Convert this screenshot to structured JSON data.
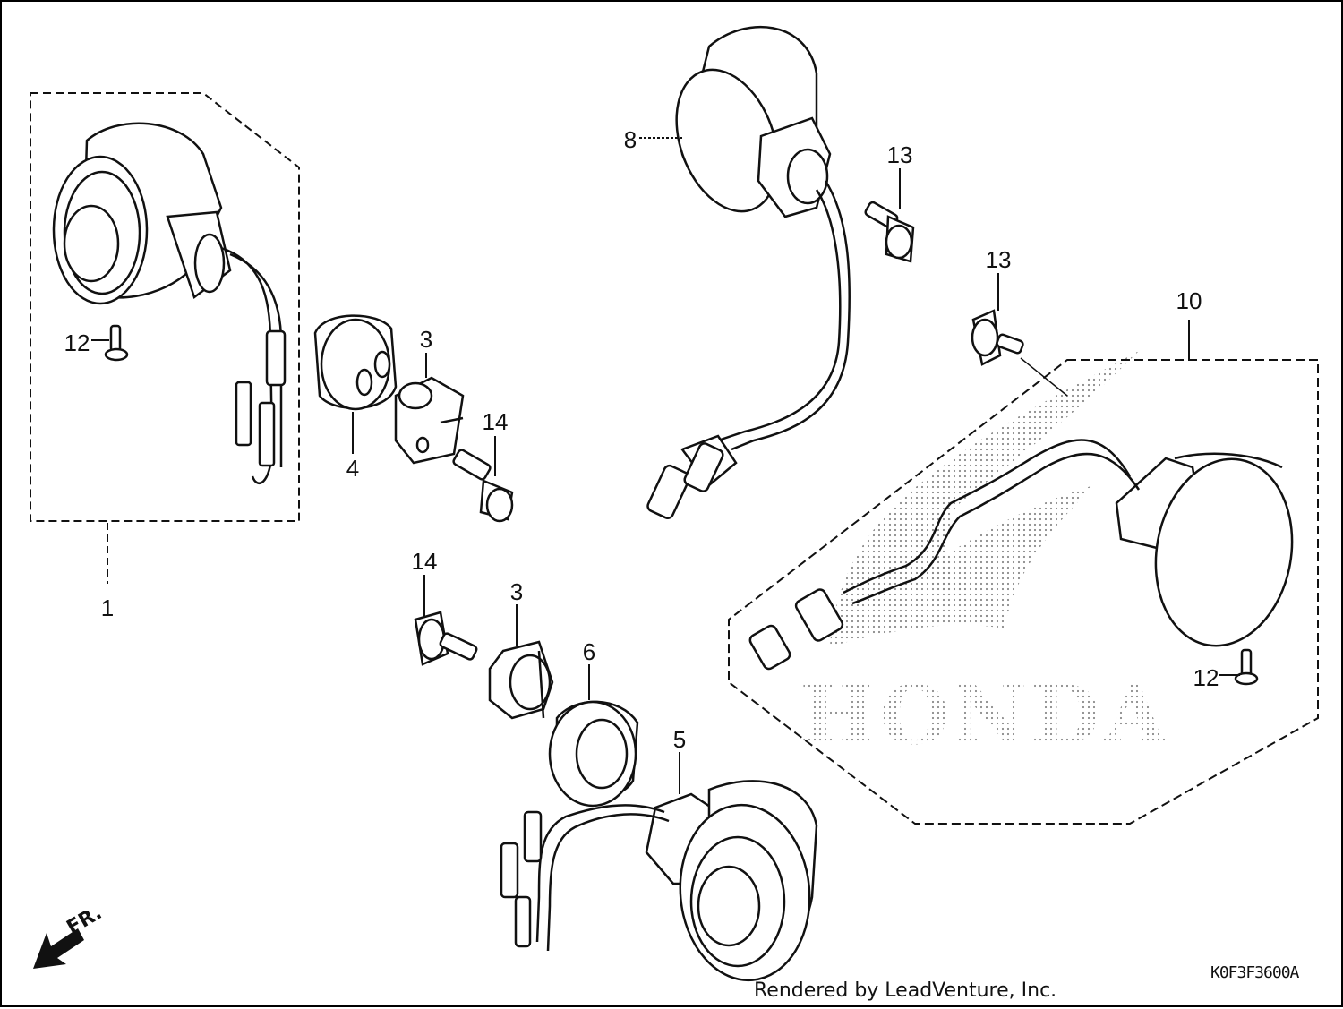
{
  "labels": {
    "p1": "1",
    "p3a": "3",
    "p3b": "3",
    "p4": "4",
    "p5": "5",
    "p6": "6",
    "p8": "8",
    "p10": "10",
    "p12a": "12",
    "p12b": "12",
    "p13a": "13",
    "p13b": "13",
    "p14a": "14",
    "p14b": "14"
  },
  "watermark": "HONDA",
  "direction_marker": "FR.",
  "diagram_code": "K0F3F3600A",
  "credit": "Rendered by LeadVenture, Inc.",
  "colors": {
    "line": "#111111",
    "dots": "#888888",
    "background": "#ffffff"
  }
}
